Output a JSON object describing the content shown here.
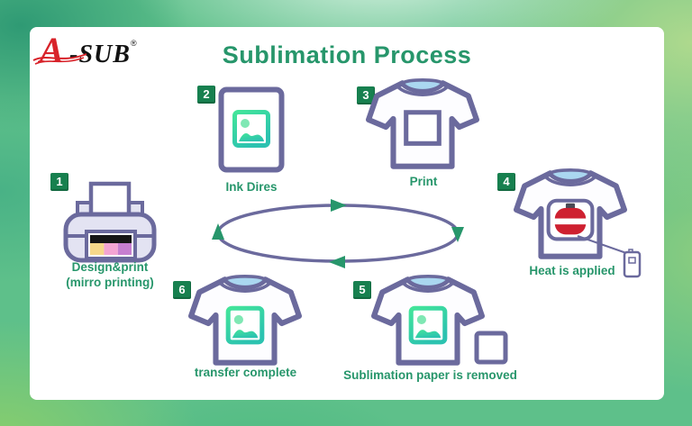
{
  "brand": {
    "letter": "A",
    "name": "-SUB",
    "registered": "®"
  },
  "title": "Sublimation Process",
  "steps": [
    {
      "number": "1",
      "label": "Design&print",
      "label_line2": "(mirro printing)",
      "icon": "printer-icon"
    },
    {
      "number": "2",
      "label": "Ink Dires",
      "icon": "sublimation-paper-icon"
    },
    {
      "number": "3",
      "label": "Print",
      "icon": "tshirt-blank-icon"
    },
    {
      "number": "4",
      "label": "Heat is applied",
      "icon": "tshirt-heat-press-icon"
    },
    {
      "number": "5",
      "label": "Sublimation paper is removed",
      "icon": "tshirt-paper-removed-icon"
    },
    {
      "number": "6",
      "label": "transfer complete",
      "icon": "tshirt-printed-icon"
    }
  ],
  "diagram": {
    "cycle_direction": "clockwise",
    "arrow_count": 4
  },
  "colors": {
    "title_green": "#27966b",
    "badge_green": "#17804f",
    "outline_purple": "#6b6a9d",
    "collar_blue": "#aad7f0",
    "icon_green_light": "#43e59a",
    "icon_green_dark": "#2bc2b0",
    "heat_red": "#ce2030",
    "brand_red": "#d8232a",
    "ink_yellow": "#f7d88b",
    "ink_pink": "#f4a5d3",
    "ink_orchid": "#c77fd0"
  }
}
